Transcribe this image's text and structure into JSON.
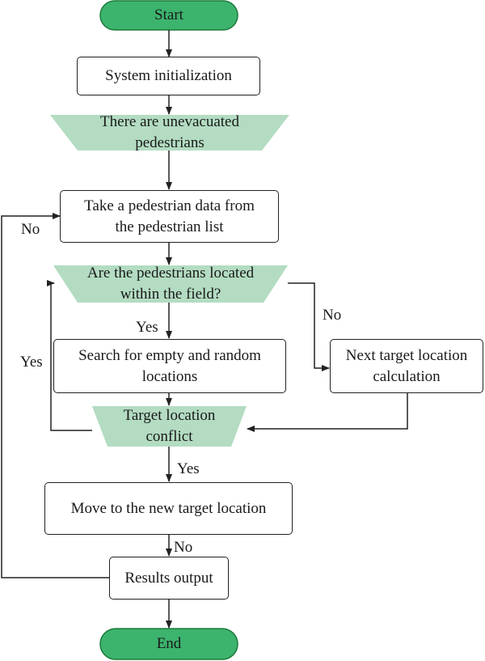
{
  "colors": {
    "terminal_fill": "#3cb46e",
    "condition_fill": "#b3dcc2",
    "line": "#222222"
  },
  "nodes": {
    "start": "Start",
    "init": "System initialization",
    "unevacuated": "There are unevacuated\npedestrians",
    "take": "Take a pedestrian data from\nthe pedestrian list",
    "within": "Are the pedestrians located\nwithin the field?",
    "search": "Search for empty and random\nlocations",
    "next": "Next target location\ncalculation",
    "conflict": "Target location\nconflict",
    "move": "Move to the new target location",
    "output": "Results output",
    "end": "End"
  },
  "edge_labels": {
    "no_loop": "No",
    "yes_within": "Yes",
    "no_within": "No",
    "yes_conflict_loop": "Yes",
    "yes_conflict": "Yes",
    "no_move": "No"
  }
}
